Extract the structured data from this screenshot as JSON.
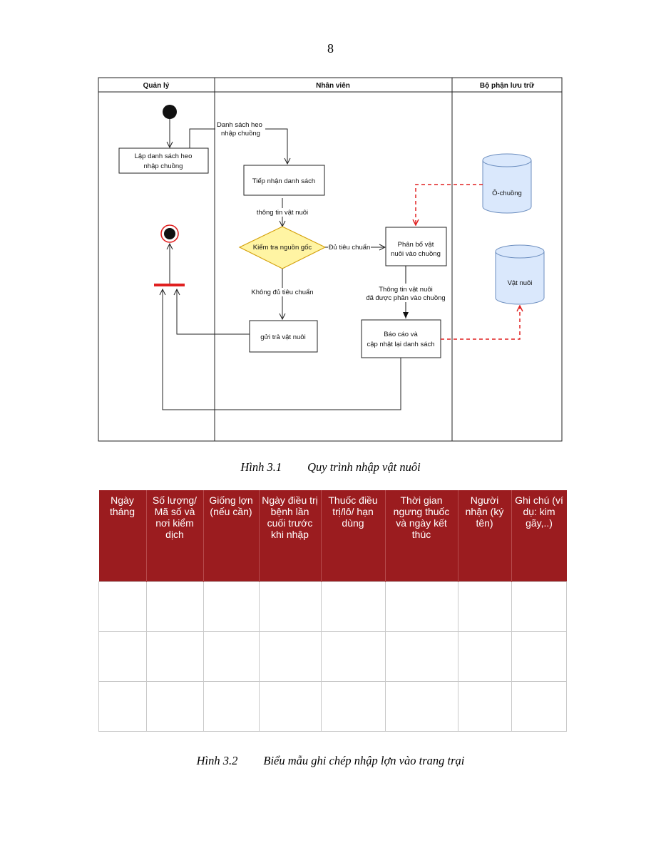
{
  "page_number": "8",
  "diagram": {
    "lanes": [
      "Quản lý",
      "Nhân viên",
      "Bộ phận lưu trữ"
    ],
    "nodes": {
      "lap_danh_sach": [
        "Lập danh sách heo",
        "nhập chuồng"
      ],
      "tiep_nhan": [
        "Tiếp nhận danh sách"
      ],
      "kiem_tra": [
        "Kiểm tra nguồn gốc"
      ],
      "phan_bo": [
        "Phân bổ vật",
        "nuôi vào chuồng"
      ],
      "gui_tra": [
        "gửi trả vật nuôi"
      ],
      "bao_cao": [
        "Báo cáo và",
        "cập nhật lại danh sách"
      ],
      "o_chuong": [
        "Ô-chuồng"
      ],
      "vat_nuoi": [
        "Vật nuôi"
      ]
    },
    "edge_labels": {
      "danh_sach_heo": [
        "Danh sách heo",
        "nhập chuồng"
      ],
      "thong_tin_vat_nuoi": [
        "thông tin vật nuôi"
      ],
      "du_tieu_chuan": [
        "Đủ tiêu chuẩn"
      ],
      "khong_du": [
        "Không đủ tiêu chuẩn"
      ],
      "da_phan": [
        "Thông tin vật nuôi",
        "đã được phân vào chuồng"
      ]
    }
  },
  "caption1": {
    "number": "Hình 3.1",
    "title": "Quy trình nhập vật nuôi"
  },
  "table": {
    "headers": [
      "Ngày tháng",
      "Số lượng/ Mã số và nơi kiểm dịch",
      "Giống lợn (nếu cần)",
      "Ngày điều trị bệnh lần cuối trước khi nhập",
      "Thuốc điều trị/lô/ hạn dùng",
      "Thời gian ngưng thuốc và ngày kết thúc",
      "Người nhận (ký tên)",
      "Ghi chú (ví dụ: kim gãy,..)"
    ],
    "header_bg": "#9b1c1f",
    "empty_rows": 3
  },
  "caption2": {
    "number": "Hình 3.2",
    "title": "Biểu mẫu ghi chép nhập lợn vào trang trại"
  },
  "colors": {
    "decision_fill": "#fff4a3",
    "decision_stroke": "#d4a10c",
    "store_fill": "#dae8fc",
    "store_stroke": "#6c8ebf",
    "red": "#e02020"
  }
}
